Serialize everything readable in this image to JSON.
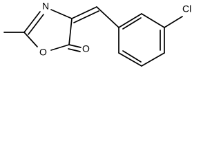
{
  "atoms": {
    "nitrogen": "N",
    "oxygen_ring": "O",
    "oxygen_carbonyl": "O",
    "chlorine": "Cl"
  },
  "colors": {
    "stroke": "#000000",
    "background": "#ffffff"
  }
}
